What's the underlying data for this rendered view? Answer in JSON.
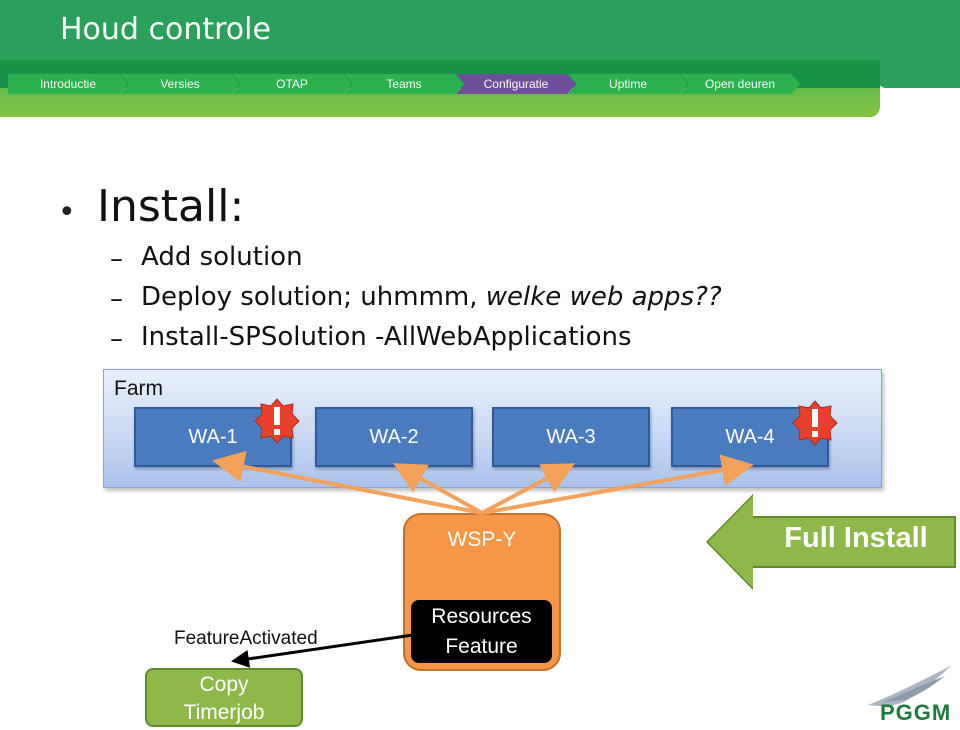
{
  "header": {
    "title": "Houd controle",
    "nav": [
      {
        "label": "Introductie",
        "active": false
      },
      {
        "label": "Versies",
        "active": false
      },
      {
        "label": "OTAP",
        "active": false
      },
      {
        "label": "Teams",
        "active": false
      },
      {
        "label": "Configuratie",
        "active": true
      },
      {
        "label": "Uptime",
        "active": false
      },
      {
        "label": "Open deuren",
        "active": false
      }
    ]
  },
  "content": {
    "bullet": "Install:",
    "subs": [
      {
        "text": "Add solution"
      },
      {
        "text_plain": "Deploy solution; uhmmm, ",
        "text_italic": "welke web apps??"
      },
      {
        "text": "Install-SPSolution -AllWebApplications"
      }
    ]
  },
  "diagram": {
    "farm_label": "Farm",
    "web_apps": [
      "WA-1",
      "WA-2",
      "WA-3",
      "WA-4"
    ],
    "warning_icon": "exclamation-badge-icon",
    "wsp_label": "WSP-Y",
    "resources_line1": "Resources",
    "resources_line2": "Feature",
    "full_install": "Full Install",
    "feature_activated": "FeatureActivated",
    "copy_line1": "Copy",
    "copy_line2": "Timerjob"
  },
  "logo": {
    "text": "PGGM"
  },
  "colors": {
    "header_green": "#2aa05a",
    "nav_active": "#6f4f9b",
    "web_app_blue": "#4a7bbf",
    "wsp_orange": "#f79646",
    "full_install_green": "#8fb84a",
    "warning_red": "#e8402a"
  }
}
